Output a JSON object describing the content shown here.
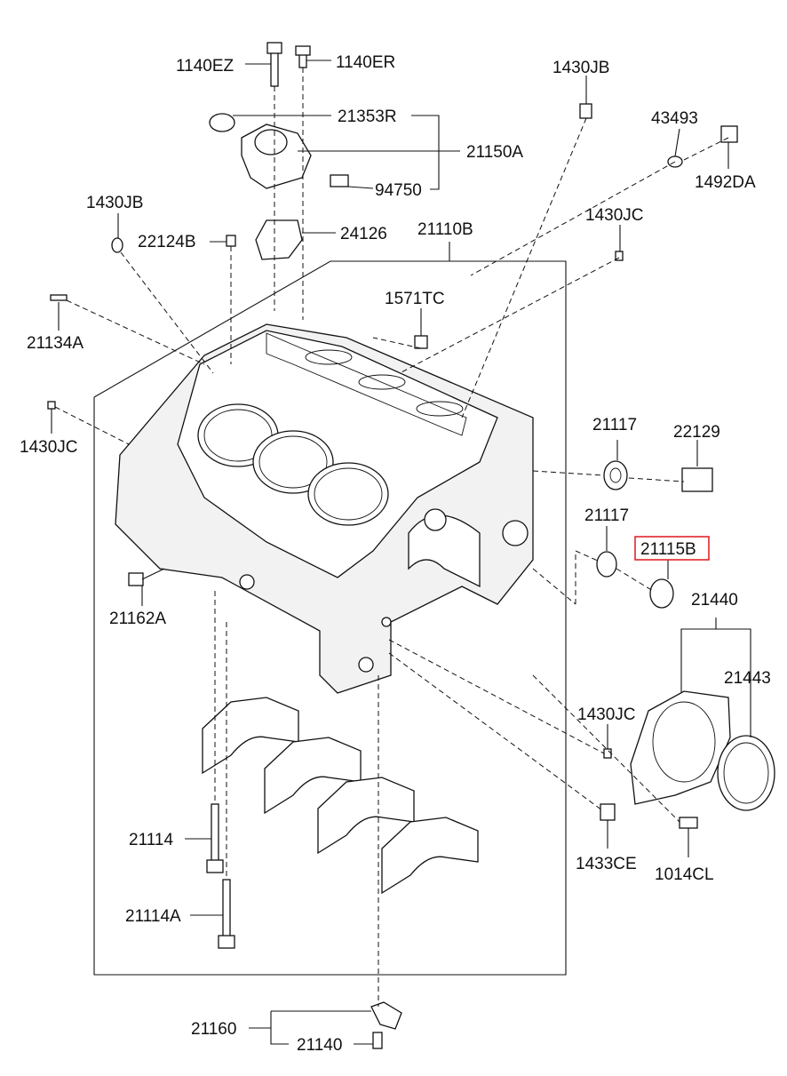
{
  "diagram": {
    "highlight_color": "#e0262b",
    "labels": {
      "p1140EZ": "1140EZ",
      "p1140ER": "1140ER",
      "p1430JB_top": "1430JB",
      "p21353R": "21353R",
      "p21150A": "21150A",
      "p43493": "43493",
      "p94750": "94750",
      "p1492DA": "1492DA",
      "p1430JB_left": "1430JB",
      "p1430JC_right": "1430JC",
      "p22124B": "22124B",
      "p24126": "24126",
      "p21110B": "21110B",
      "p1571TC": "1571TC",
      "p21134A": "21134A",
      "p1430JC_left": "1430JC",
      "p21117_a": "21117",
      "p22129": "22129",
      "p21117_b": "21117",
      "p21115B": "21115B",
      "p21440": "21440",
      "p21162A": "21162A",
      "p21443": "21443",
      "p1430JC_low": "1430JC",
      "p21114": "21114",
      "p1433CE": "1433CE",
      "p1014CL": "1014CL",
      "p21114A": "21114A",
      "p21160": "21160",
      "p21140": "21140"
    }
  }
}
